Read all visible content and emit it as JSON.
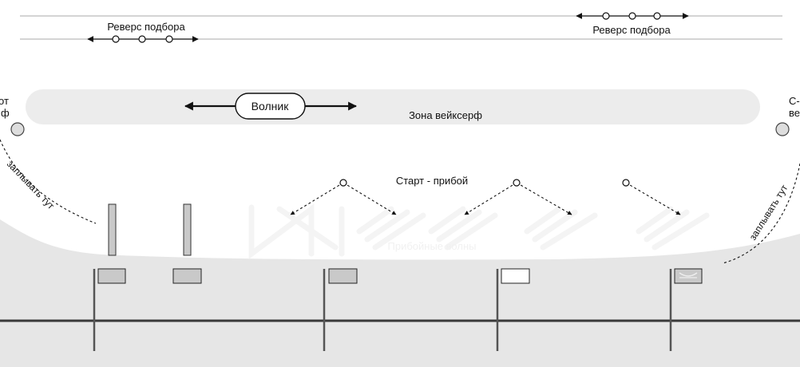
{
  "reverse_left": {
    "label": "Реверс подбора"
  },
  "reverse_right": {
    "label": "Реверс подбора"
  },
  "wave_zone": {
    "label": "Зона вейксерф",
    "boat_label": "Волник"
  },
  "edge_left": {
    "line1": "от",
    "line2": "ф"
  },
  "edge_right": {
    "line1": "С-",
    "line2": "ве"
  },
  "start_surf": {
    "label": "Старт - прибой"
  },
  "swim_left": {
    "label": "заплывать тут"
  },
  "swim_right": {
    "label": "заплывать тут"
  },
  "surf_waves": {
    "label": "Прибойные волны"
  },
  "colors": {
    "zone": "#ececec",
    "shore": "#e6e6e6",
    "flag": "#c9c9c9",
    "pole": "#555555",
    "line": "#3a3a3a"
  }
}
